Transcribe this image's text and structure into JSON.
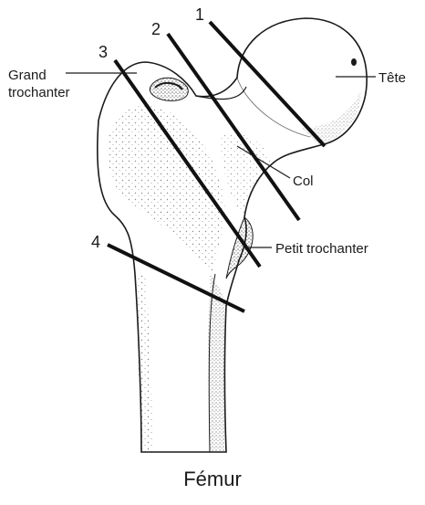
{
  "figure": {
    "caption": "Fémur",
    "labels": {
      "head": "Tête",
      "neck": "Col",
      "greater_trochanter_line1": "Grand",
      "greater_trochanter_line2": "trochanter",
      "lesser_trochanter": "Petit trochanter"
    },
    "fracture_lines": {
      "line1": "1",
      "line2": "2",
      "line3": "3",
      "line4": "4"
    },
    "colors": {
      "ink": "#1a1a1a",
      "bone_fill": "#ffffff",
      "stipple": "#2b2b2b"
    }
  }
}
